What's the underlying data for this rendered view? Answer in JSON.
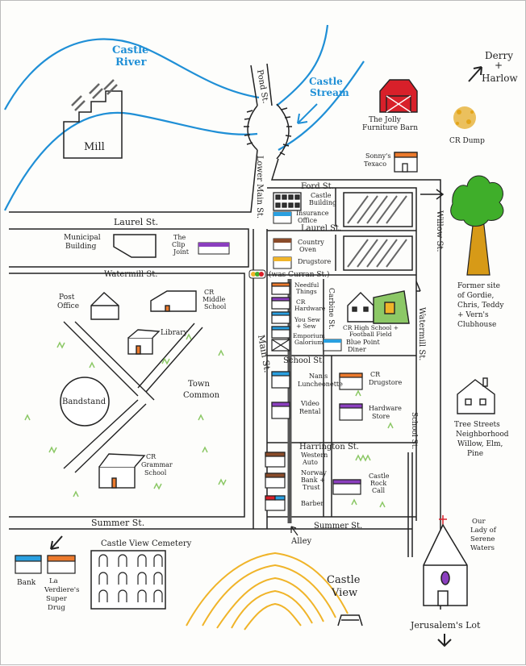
{
  "water": {
    "river": [
      "Castle",
      "River"
    ],
    "stream": [
      "Castle",
      "Stream"
    ]
  },
  "streets": {
    "pond": "Pond St.",
    "lower_main": "Lower Main St.",
    "ford": "Ford St.",
    "laurel_west": "Laurel St.",
    "laurel_east": "Laurel St.",
    "watermill_west": "Watermill St.",
    "was_curran": "(was Curran St.)",
    "main": "Main St.",
    "school": "School St.",
    "harrington": "Harrington St.",
    "summer_west": "Summer St.",
    "summer_east": "Summer St.",
    "carbine": "Carbine St.",
    "watermill_east": "Watermill St.",
    "school_vertical": "School St.",
    "willow": "Willow St.",
    "alley": "Alley"
  },
  "places": {
    "mill": "Mill",
    "jolly_barn": [
      "The Jolly",
      "Furniture Barn"
    ],
    "sonnys": [
      "Sonny's",
      "Texaco"
    ],
    "cr_dump": "CR Dump",
    "derry": [
      "Derry",
      "+",
      "Harlow"
    ],
    "castle_building": [
      "Castle",
      "Building"
    ],
    "insurance": [
      "Insurance",
      "Office"
    ],
    "country_oven": [
      "Country",
      "Oven"
    ],
    "drugstore_laurel": "Drugstore",
    "municipal": [
      "Municipal",
      "Building"
    ],
    "clip_joint": [
      "The",
      "Clip",
      "Joint"
    ],
    "post_office": [
      "Post",
      "Office"
    ],
    "middle_school": [
      "CR",
      "Middle",
      "School"
    ],
    "library": "Library",
    "bandstand": "Bandstand",
    "town_common": [
      "Town",
      "Common"
    ],
    "grammar_school": [
      "CR",
      "Grammar",
      "School"
    ],
    "needful": [
      "Needful",
      "Things"
    ],
    "cr_hardware": [
      "CR",
      "Hardware"
    ],
    "you_sew": [
      "You Sew",
      "+ Sew"
    ],
    "emporium": [
      "Emporium",
      "Galorium"
    ],
    "high_school": [
      "CR High School +",
      "Football Field"
    ],
    "blue_point": [
      "Blue Point",
      "Diner"
    ],
    "nan_luncheonette": [
      "Nan's",
      "Luncheonette"
    ],
    "video_rental": [
      "Video",
      "Rental"
    ],
    "cr_drugstore": [
      "CR",
      "Drugstore"
    ],
    "hardware_store": [
      "Hardware",
      "Store"
    ],
    "western_auto": [
      "Western",
      "Auto"
    ],
    "norway_bank": [
      "Norway",
      "Bank +",
      "Trust"
    ],
    "barber": "Barber",
    "castle_rock_call": [
      "Castle",
      "Rock",
      "Call"
    ],
    "cemetery": "Castle View Cemetery",
    "bank": "Bank",
    "la_verdieres": [
      "La",
      "Verdiere's",
      "Super",
      "Drug"
    ],
    "castle_view": [
      "Castle",
      "View"
    ],
    "clubhouse": [
      "Former site",
      "of Gordie,",
      "Chris, Teddy",
      "+ Vern's",
      "Clubhouse"
    ],
    "tree_streets": [
      "Tree Streets",
      "Neighborhood",
      "Willow, Elm,",
      "Pine"
    ],
    "church": [
      "Our",
      "Lady of",
      "Serene",
      "Waters"
    ],
    "jerusalems_lot": "Jerusalem's Lot"
  },
  "colors": {
    "water": "#1f8fd6",
    "barn": "#d8202a",
    "tree": "#3fae2a",
    "trunk": "#d79a17",
    "hills": "#f0b429",
    "dump": "#e3a51a",
    "purple": "#8b3fbf",
    "blue": "#2aa0e0",
    "orange": "#ec7a2d",
    "brown": "#8a4b2a",
    "grass": "#8cc866"
  }
}
